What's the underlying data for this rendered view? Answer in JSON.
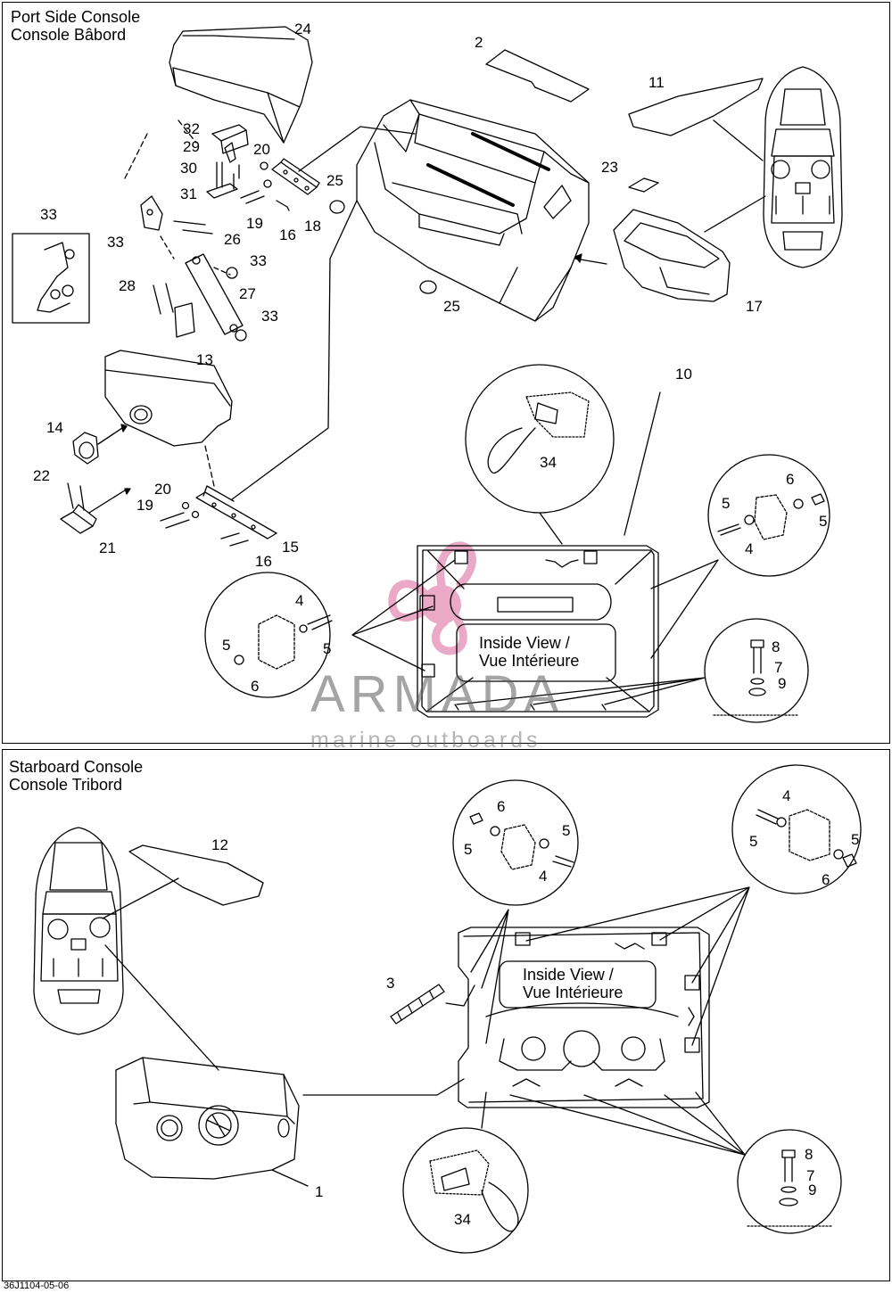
{
  "sections": {
    "port": {
      "title_en": "Port Side Console",
      "title_fr": "Console Bâbord"
    },
    "starboard": {
      "title_en": "Starboard Console",
      "title_fr": "Console Tribord"
    }
  },
  "inside_view": {
    "line1": "Inside View /",
    "line2": "Vue Intérieure"
  },
  "watermark": {
    "brand": "ARMADA",
    "tagline": "marine outboards",
    "logo_color": "#e8a0c0"
  },
  "document_id": "36J1104-05-06",
  "port_callouts": [
    "24",
    "2",
    "11",
    "32",
    "29",
    "20",
    "30",
    "25",
    "23",
    "31",
    "19",
    "18",
    "33",
    "16",
    "26",
    "33",
    "28",
    "27",
    "33",
    "33",
    "25",
    "17",
    "13",
    "10",
    "14",
    "34",
    "22",
    "20",
    "6",
    "19",
    "5",
    "5",
    "21",
    "15",
    "4",
    "16",
    "4",
    "5",
    "5",
    "6",
    "8",
    "7",
    "9"
  ],
  "starboard_callouts": [
    "12",
    "6",
    "4",
    "5",
    "5",
    "5",
    "5",
    "4",
    "6",
    "3",
    "34",
    "8",
    "7",
    "9",
    "1"
  ]
}
